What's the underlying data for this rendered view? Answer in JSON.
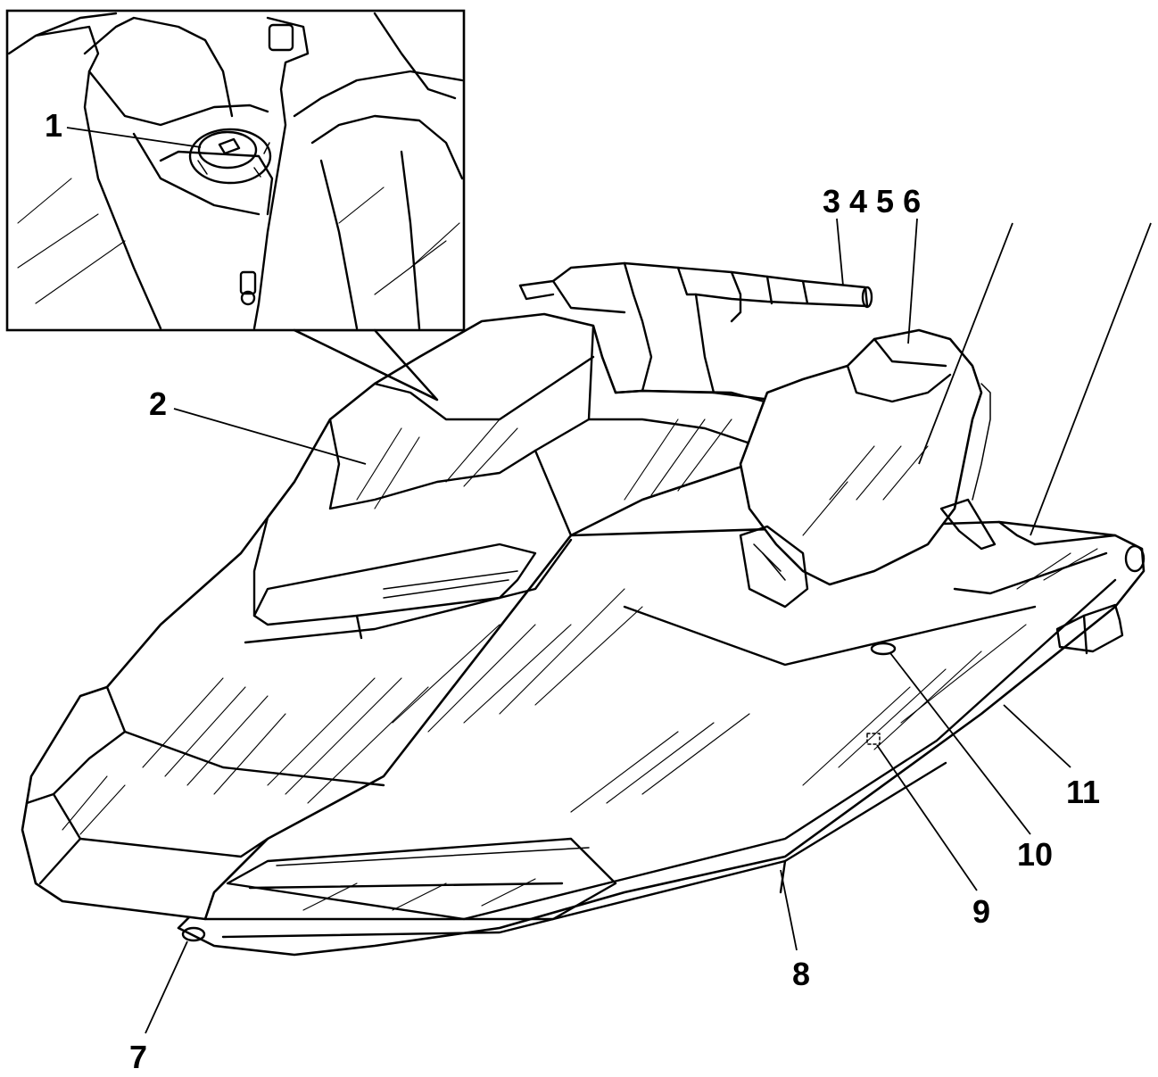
{
  "diagram": {
    "callouts": [
      {
        "id": "1",
        "label": "1"
      },
      {
        "id": "2",
        "label": "2"
      },
      {
        "id": "3456",
        "label": "3 4 5 6"
      },
      {
        "id": "7",
        "label": "7"
      },
      {
        "id": "8",
        "label": "8"
      },
      {
        "id": "9",
        "label": "9"
      },
      {
        "id": "10",
        "label": "10"
      },
      {
        "id": "11",
        "label": "11"
      }
    ],
    "icons": {
      "watercraft": "watercraft-illustration-icon",
      "inset": "fuel-cap-closeup-icon"
    }
  }
}
